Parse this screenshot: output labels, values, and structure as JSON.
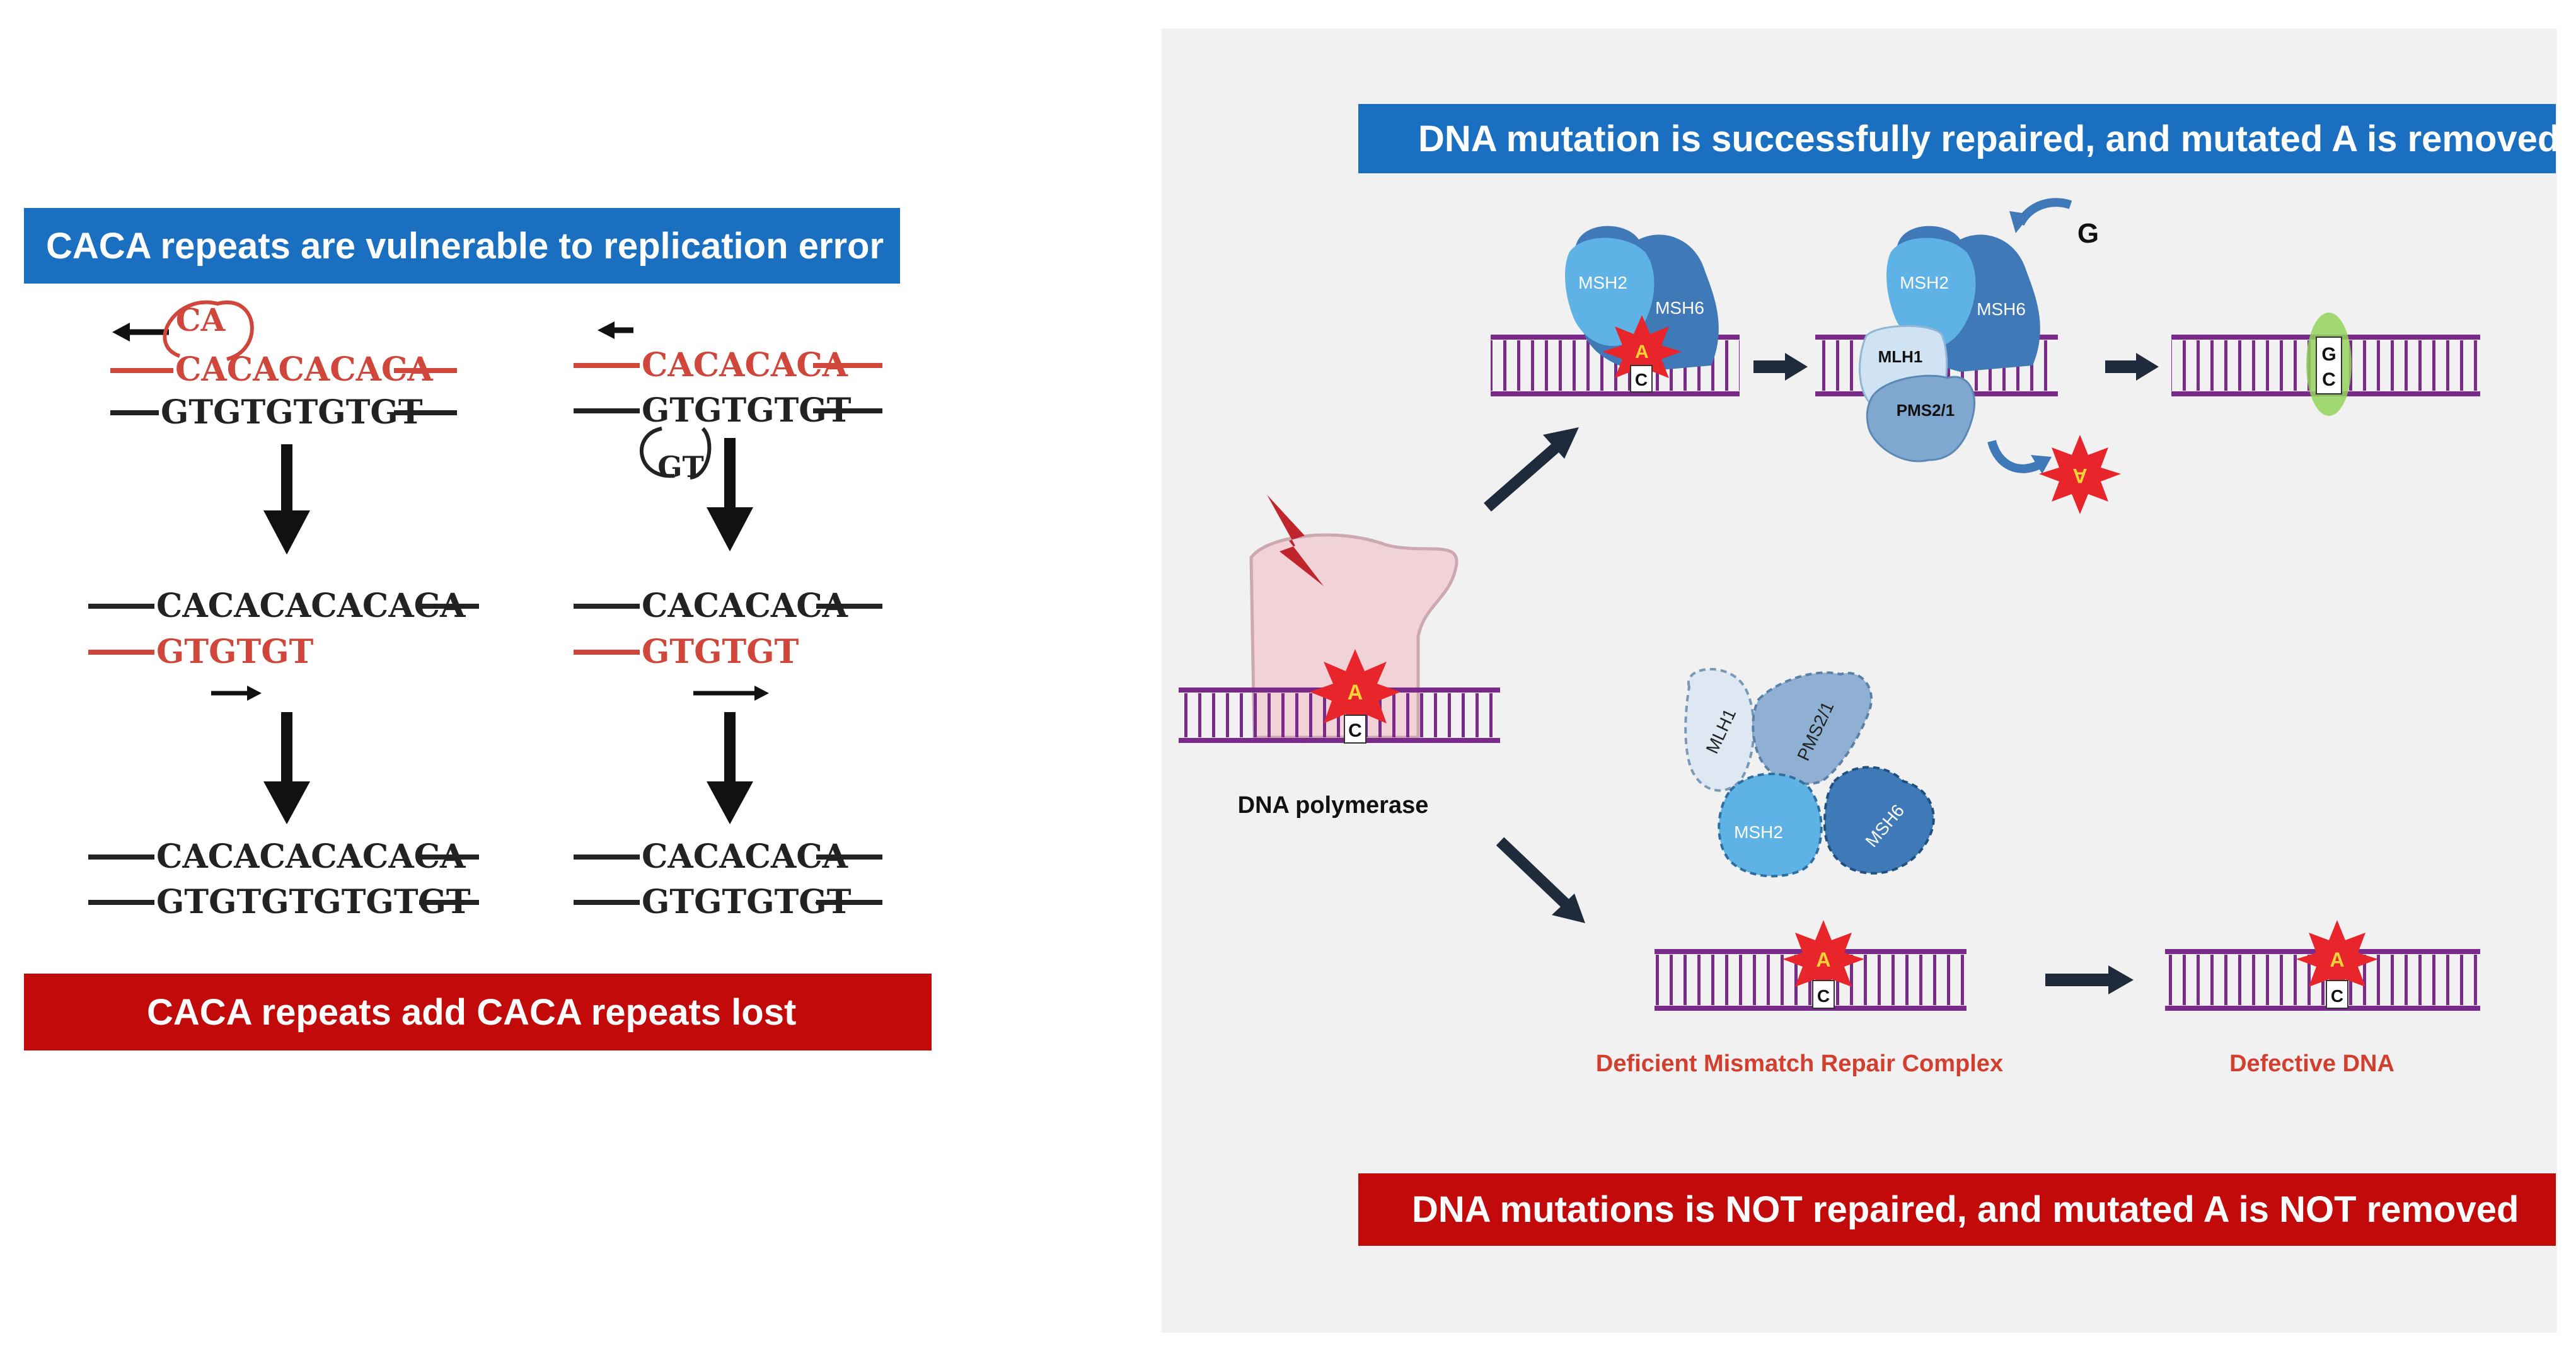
{
  "left_panel": {
    "top_banner": "CACA repeats are vulnerable to replication error",
    "bottom_banner": "CACA repeats add CACA repeats lost",
    "add_column": {
      "row1_loop": "CA",
      "row1_top": "CACACACACA",
      "row1_bottom": "GTGTGTGTGT",
      "row2_top": "CACACACACACA",
      "row2_bottom": "GTGTGT",
      "row3_top": "CACACACACACA",
      "row3_bottom": "GTGTGTGTGTGT"
    },
    "lost_column": {
      "row1_top": "CACACACA",
      "row1_bottom": "GTGTGTGT",
      "row1_loop": "GT",
      "row2_top": "CACACACA",
      "row2_bottom": "GTGTGT",
      "row3_top": "CACACACA",
      "row3_bottom": "GTGTGTGT"
    }
  },
  "right_panel": {
    "top_banner": "DNA mutation is successfully repaired, and mutated A is removed",
    "bottom_banner": "DNA mutations is NOT repaired, and mutated A is NOT removed",
    "polymerase_label": "DNA polymerase",
    "deficient_label": "Deficient Mismatch Repair Complex",
    "defective_label": "Defective DNA",
    "proteins": {
      "msh2": "MSH2",
      "msh6": "MSH6",
      "mlh1": "MLH1",
      "pms": "PMS2/1"
    },
    "bases": {
      "mutant": "A",
      "template": "C",
      "correct": "G",
      "free_g": "G"
    }
  },
  "colors": {
    "banner_blue": "#1a6fc0",
    "banner_red": "#c20a0a",
    "red_strand": "#d0463a",
    "dna_purple": "#7a2a8a",
    "msh2": "#5fb2e6",
    "msh6": "#3f79b8",
    "label_red": "#d33f2f"
  }
}
